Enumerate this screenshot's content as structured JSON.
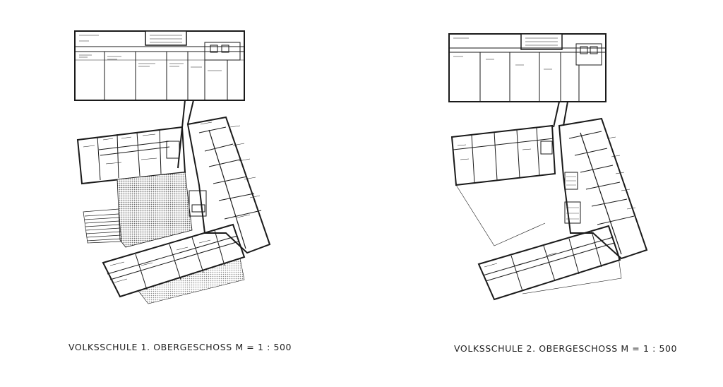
{
  "plans": [
    {
      "id": "plan-1og",
      "caption": "VOLKSSCHULE 1. OBERGESCHOSS M = 1 : 500"
    },
    {
      "id": "plan-2og",
      "caption": "VOLKSSCHULE 2. OBERGESCHOSS M = 1 : 500"
    }
  ],
  "colors": {
    "line": "#1a1a1a",
    "hatch": "#7a7a7a",
    "background": "#ffffff"
  }
}
